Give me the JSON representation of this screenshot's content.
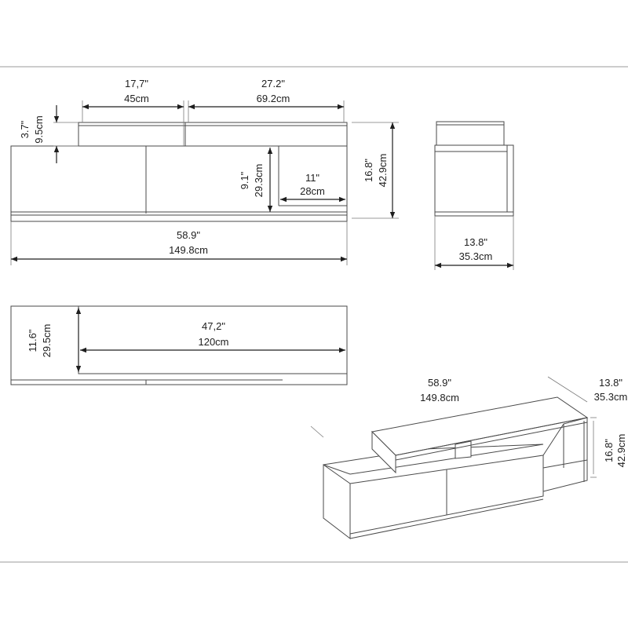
{
  "front_view": {
    "top_left_width": {
      "in": "17,7\"",
      "cm": "45cm"
    },
    "top_right_width": {
      "in": "27.2\"",
      "cm": "69.2cm"
    },
    "top_shelf_height": {
      "in": "3.7\"",
      "cm": "9.5cm"
    },
    "door_height": {
      "in": "9.1\"",
      "cm": "29.3cm"
    },
    "open_shelf_width": {
      "in": "11\"",
      "cm": "28cm"
    },
    "total_height": {
      "in": "16.8\"",
      "cm": "42.9cm"
    },
    "total_width": {
      "in": "58.9\"",
      "cm": "149.8cm"
    }
  },
  "side_view": {
    "depth": {
      "in": "13.8\"",
      "cm": "35.3cm"
    }
  },
  "top_view": {
    "depth": {
      "in": "11.6\"",
      "cm": "29.5cm"
    },
    "width": {
      "in": "47,2\"",
      "cm": "120cm"
    }
  },
  "iso_view": {
    "width": {
      "in": "58.9\"",
      "cm": "149.8cm"
    },
    "depth": {
      "in": "13.8\"",
      "cm": "35.3cm"
    },
    "height": {
      "in": "16.8\"",
      "cm": "42.9cm"
    }
  }
}
